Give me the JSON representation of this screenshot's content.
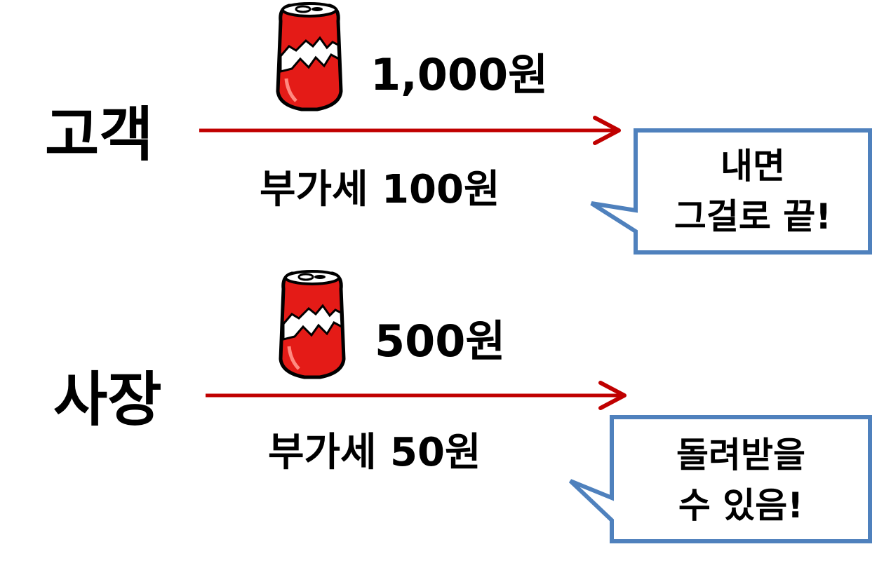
{
  "customer": {
    "role_label": "고객",
    "price_label": "1,000원",
    "tax_label": "부가세 100원",
    "bubble_line1": "내면",
    "bubble_line2": "그걸로 끝!"
  },
  "owner": {
    "role_label": "사장",
    "price_label": "500원",
    "tax_label": "부가세 50원",
    "bubble_line1": "돌려받을",
    "bubble_line2": "수 있음!"
  },
  "colors": {
    "arrow": "#c00000",
    "bubble_border": "#4f81bd",
    "can_red": "#e41b17",
    "text": "#000000"
  },
  "icons": {
    "can": "soda-can-icon"
  }
}
